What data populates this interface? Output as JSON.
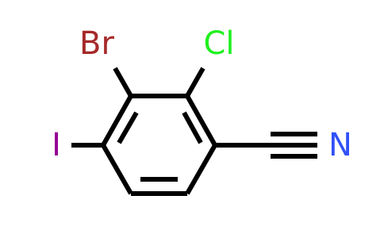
{
  "molecule": {
    "atoms": {
      "bromine": {
        "symbol": "Br",
        "color": "#A62929"
      },
      "chlorine": {
        "symbol": "Cl",
        "color": "#1FF01F"
      },
      "iodine": {
        "symbol": "I",
        "color": "#940094"
      },
      "nitrogen": {
        "symbol": "N",
        "color": "#3050F8"
      }
    },
    "bond_color": "#000000"
  }
}
